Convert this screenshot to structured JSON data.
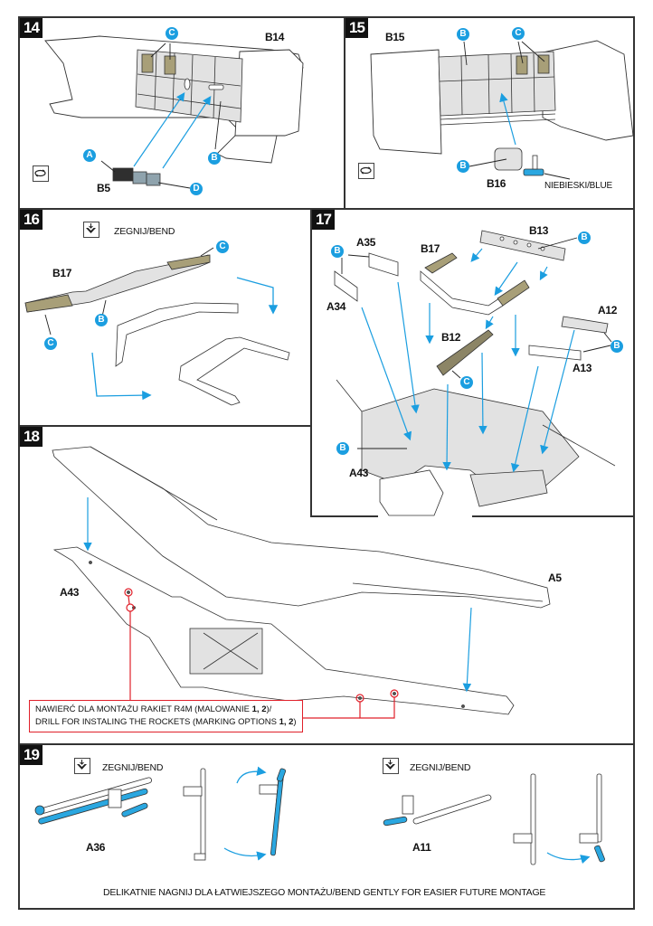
{
  "colors": {
    "arrow_blue": "#1b9ee0",
    "badge_blue": "#1b9ee0",
    "part_grey": "#e2e2e2",
    "part_olive": "#a89f78",
    "part_dark": "#2f2f2f",
    "part_steel": "#8fa3ad",
    "highlight_blue": "#2aa7e0",
    "callout_red": "#e0202a",
    "frame": "#333333"
  },
  "steps": {
    "s14": {
      "number": "14",
      "labels": {
        "b14": "B14",
        "b5": "B5"
      },
      "badges": {
        "c": "C",
        "a": "A",
        "b": "B",
        "d": "D"
      },
      "icon": "flip-over-icon"
    },
    "s15": {
      "number": "15",
      "labels": {
        "b15": "B15",
        "b16": "B16",
        "blue_note": "NIEBIESKI/BLUE"
      },
      "badges": {
        "b_top": "B",
        "c": "C",
        "b_low": "B"
      },
      "icon": "flip-over-icon"
    },
    "s16": {
      "number": "16",
      "bend_label": "ZEGNIJ/BEND",
      "icon": "bend-icon",
      "labels": {
        "b17": "B17"
      },
      "badges": {
        "c_top": "C",
        "b": "B",
        "c_low": "C"
      }
    },
    "s17": {
      "number": "17",
      "labels": {
        "a35": "A35",
        "b17": "B17",
        "b13": "B13",
        "a34": "A34",
        "b12": "B12",
        "a12": "A12",
        "a13": "A13",
        "a43": "A43"
      },
      "badges": {
        "b_a35": "B",
        "b_b13": "B",
        "c_b12": "C",
        "b_a12": "B",
        "b_a43": "B"
      }
    },
    "s18": {
      "number": "18",
      "labels": {
        "a43": "A43",
        "a5": "A5"
      },
      "note_line1_pre": "NAWIERĆ DLA MONTAŻU RAKIET R4M (MALOWANIE ",
      "note_line1_bold": "1, 2",
      "note_line1_post": ")/",
      "note_line2_pre": "DRILL FOR INSTALING THE ROCKETS (MARKING OPTIONS ",
      "note_line2_bold": "1, 2",
      "note_line2_post": ")"
    },
    "s19": {
      "number": "19",
      "bend_label_left": "ZEGNIJ/BEND",
      "bend_label_right": "ZEGNIJ/BEND",
      "icon": "bend-icon",
      "labels": {
        "a36": "A36",
        "a11": "A11"
      },
      "footer": "DELIKATNIE NAGNIJ DLA ŁATWIEJSZEGO MONTAŻU/BEND GENTLY FOR EASIER FUTURE MONTAGE"
    }
  }
}
